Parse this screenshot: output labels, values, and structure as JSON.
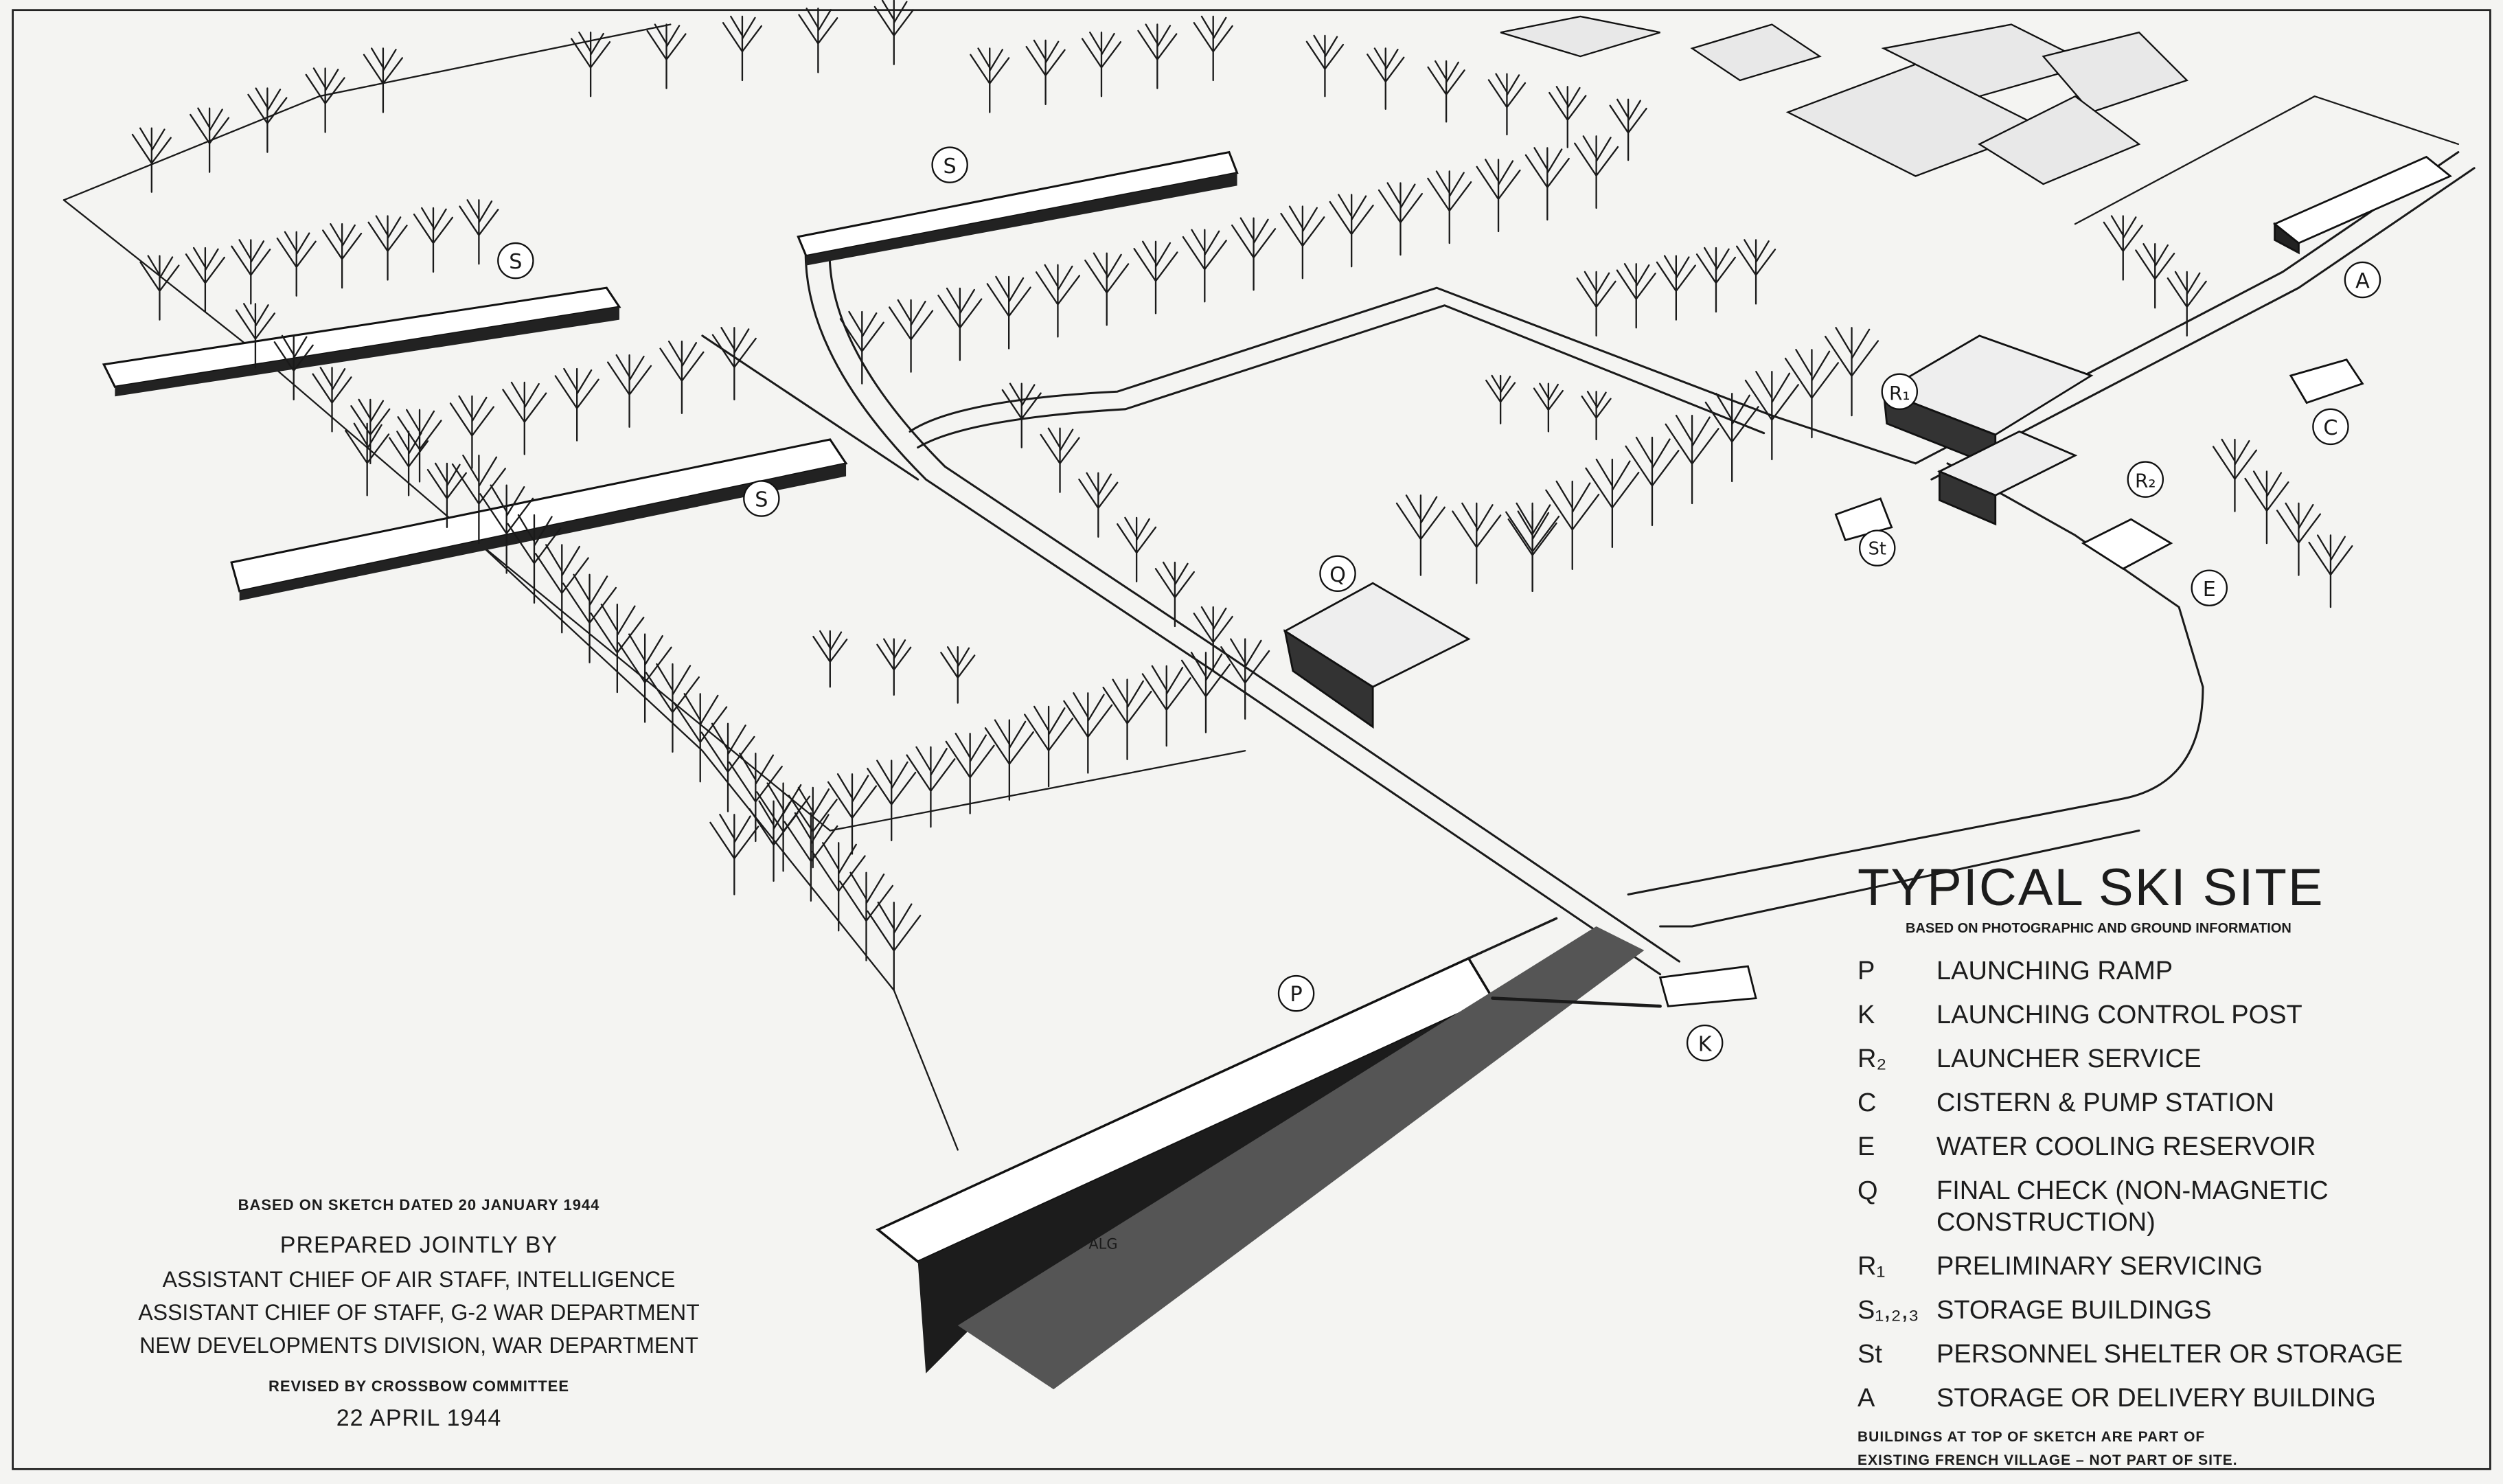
{
  "title": "TYPICAL SKI SITE",
  "subtitle": "BASED ON PHOTOGRAPHIC AND GROUND INFORMATION",
  "legend": [
    {
      "code": "P",
      "desc": "LAUNCHING RAMP"
    },
    {
      "code": "K",
      "desc": "LAUNCHING CONTROL POST"
    },
    {
      "code": "R₂",
      "desc": "LAUNCHER SERVICE"
    },
    {
      "code": "C",
      "desc": "CISTERN & PUMP STATION"
    },
    {
      "code": "E",
      "desc": "WATER COOLING RESERVOIR"
    },
    {
      "code": "Q",
      "desc": "FINAL CHECK (NON-MAGNETIC CONSTRUCTION)"
    },
    {
      "code": "R₁",
      "desc": "PRELIMINARY SERVICING"
    },
    {
      "code": "S₁,₂,₃",
      "desc": "STORAGE BUILDINGS"
    },
    {
      "code": "St",
      "desc": "PERSONNEL SHELTER OR STORAGE"
    },
    {
      "code": "A",
      "desc": "STORAGE OR DELIVERY BUILDING"
    }
  ],
  "note_line1": "BUILDINGS AT TOP OF SKETCH ARE PART OF",
  "note_line2": "EXISTING FRENCH VILLAGE – NOT PART OF SITE.",
  "credits": {
    "based_on": "BASED ON SKETCH DATED 20 JANUARY 1944",
    "prepared": "PREPARED JOINTLY BY",
    "org1": "ASSISTANT CHIEF OF AIR STAFF, INTELLIGENCE",
    "org2": "ASSISTANT CHIEF OF STAFF, G-2 WAR DEPARTMENT",
    "org3": "NEW DEVELOPMENTS DIVISION, WAR DEPARTMENT",
    "revised": "REVISED BY CROSSBOW COMMITTEE",
    "date": "22 APRIL 1944"
  },
  "map_labels": {
    "s_top": "S",
    "s_left": "S",
    "s_mid": "S",
    "r1": "R₁",
    "r2": "R₂",
    "c": "C",
    "e": "E",
    "st": "St",
    "a": "A",
    "q": "Q",
    "p": "P",
    "k": "K"
  },
  "signature": "ALG"
}
